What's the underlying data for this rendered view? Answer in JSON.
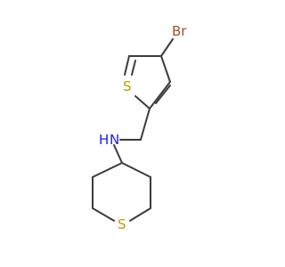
{
  "molecule": {
    "atoms": {
      "bromine": {
        "symbol": "Br",
        "color": "#a0522d"
      },
      "sulfur_thiophene": {
        "symbol": "S",
        "color": "#b8a000"
      },
      "nitrogen": {
        "symbol": "N",
        "color": "#1f1fd6"
      },
      "hydrogen": {
        "symbol": "H",
        "color": "#1f1fd6"
      },
      "sulfur_ring": {
        "symbol": "S",
        "color": "#b8a000"
      }
    },
    "bond_color": "#3c3c3c"
  }
}
